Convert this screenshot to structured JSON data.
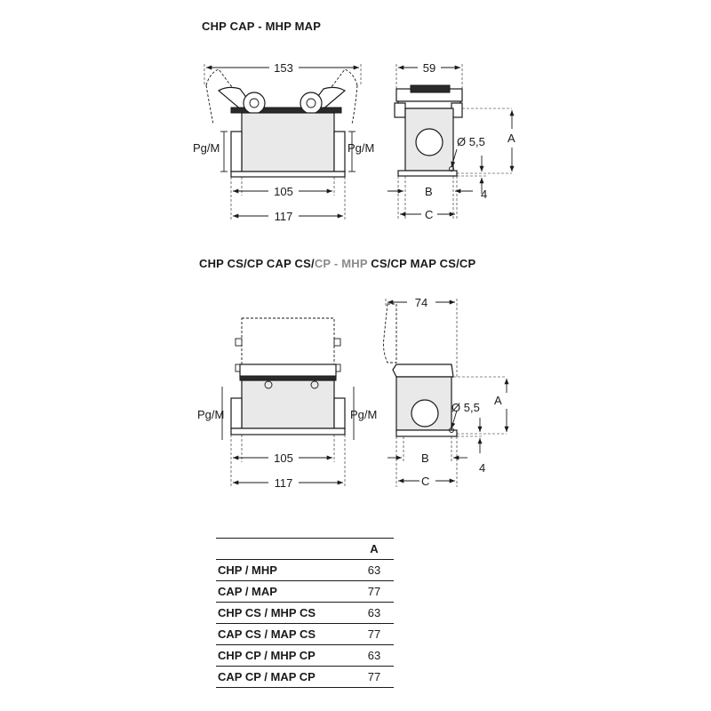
{
  "section1": {
    "title": "CHP  CAP - MHP  MAP",
    "dims": {
      "width_top": "153",
      "width_side": "59",
      "pgm_left": "Pg/M",
      "pgm_right": "Pg/M",
      "base_inner": "105",
      "base_outer": "117",
      "hole": "Ø 5,5",
      "a": "A",
      "b": "B",
      "c": "C",
      "four": "4"
    }
  },
  "section2": {
    "title_parts": [
      "CHP CS/CP  CAP CS/",
      "CP",
      " - MHP",
      " CS/CP  MAP CS/CP"
    ],
    "dims": {
      "width_side": "74",
      "pgm_left": "Pg/M",
      "pgm_right": "Pg/M",
      "base_inner": "105",
      "base_outer": "117",
      "hole": "Ø 5,5",
      "a": "A",
      "b": "B",
      "c": "C",
      "four": "4"
    }
  },
  "table": {
    "header": [
      "",
      "A"
    ],
    "rows": [
      [
        "CHP / MHP",
        "63"
      ],
      [
        "CAP / MAP",
        "77"
      ],
      [
        "CHP CS / MHP CS",
        "63"
      ],
      [
        "CAP CS / MAP CS",
        "77"
      ],
      [
        "CHP CP / MHP CP",
        "63"
      ],
      [
        "CAP CP / MAP CP",
        "77"
      ]
    ]
  }
}
